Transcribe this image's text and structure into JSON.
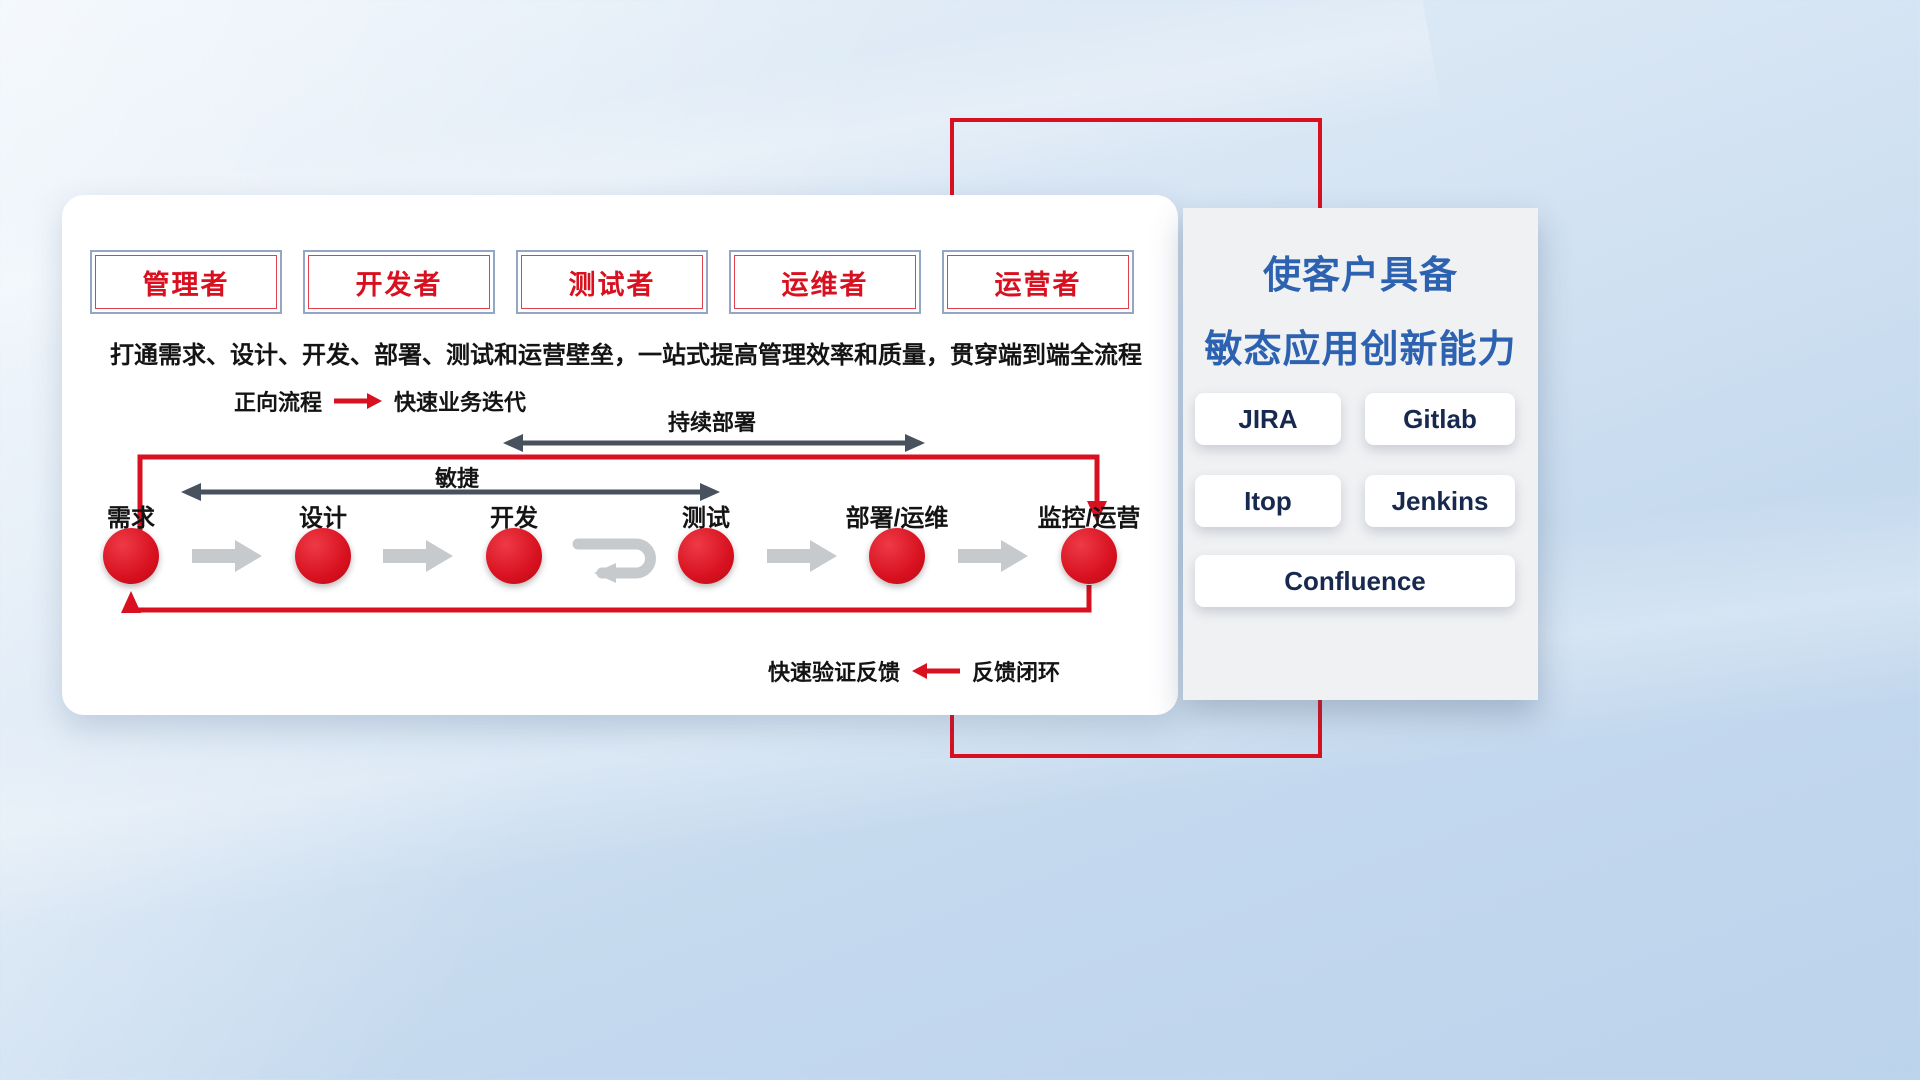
{
  "colors": {
    "red": "#d8101f",
    "blue_title": "#2d62b1",
    "dark_arrow": "#47525e",
    "gray_arrow": "#c7cacd",
    "navy_text": "#17294e"
  },
  "roles": [
    "管理者",
    "开发者",
    "测试者",
    "运维者",
    "运营者"
  ],
  "headline": "打通需求、设计、开发、部署、测试和运营壁垒，一站式提高管理效率和质量，贯穿端到端全流程",
  "forward_legend": {
    "label": "正向流程",
    "desc": "快速业务迭代"
  },
  "span_labels": {
    "continuous_deploy": "持续部署",
    "agile": "敏捷"
  },
  "steps": [
    "需求",
    "设计",
    "开发",
    "测试",
    "部署/运维",
    "监控/运营"
  ],
  "feedback_legend": {
    "label": "快速验证反馈",
    "desc": "反馈闭环"
  },
  "panel": {
    "title_line1": "使客户具备",
    "title_line2": "敏态应用创新能力",
    "tools": [
      "JIRA",
      "Gitlab",
      "Itop",
      "Jenkins",
      "Confluence"
    ]
  }
}
